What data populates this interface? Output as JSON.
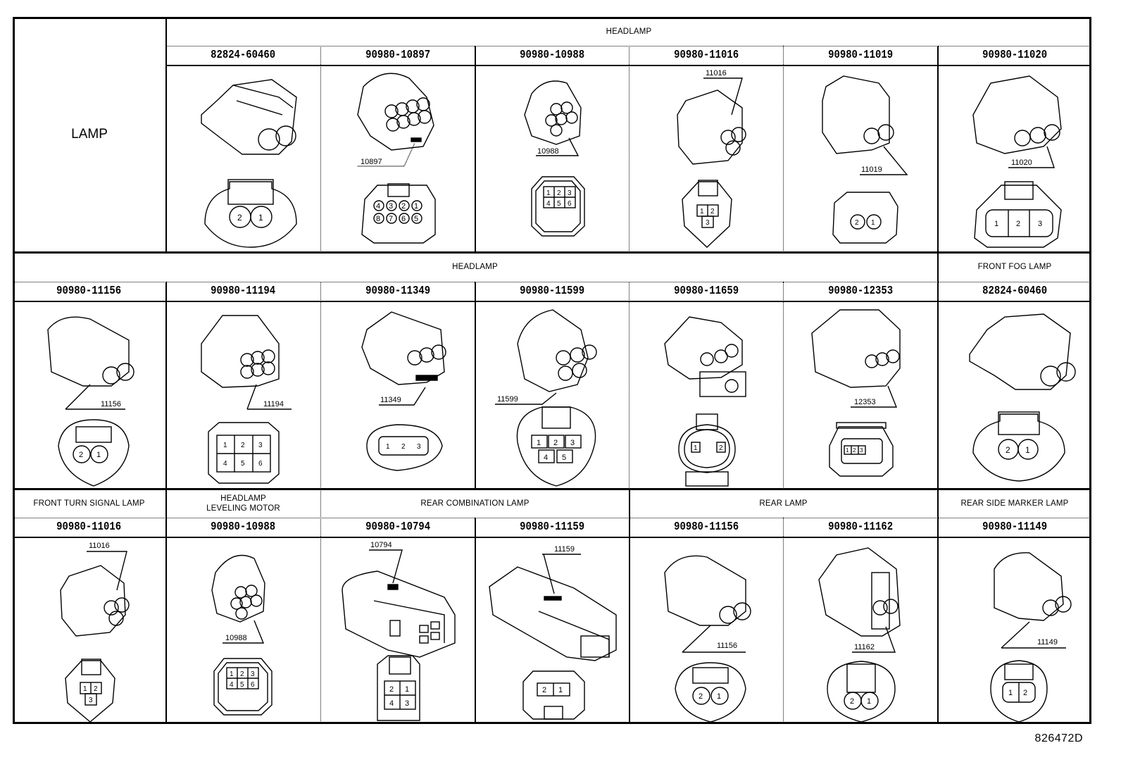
{
  "diagram": {
    "row_header_label": "LAMP",
    "figure_code": "826472D",
    "rows": [
      {
        "categories": [
          {
            "label": "HEADLAMP",
            "span": 6
          }
        ],
        "connectors": [
          {
            "part_number": "82824-60460",
            "callout": "",
            "pins": [
              "2",
              "1"
            ],
            "layout": "round-2"
          },
          {
            "part_number": "90980-10897",
            "callout": "10897",
            "pins": [
              "4",
              "3",
              "2",
              "1",
              "8",
              "7",
              "6",
              "5"
            ],
            "layout": "round-8"
          },
          {
            "part_number": "90980-10988",
            "callout": "10988",
            "pins": [
              "1",
              "2",
              "3",
              "4",
              "5",
              "6"
            ],
            "layout": "square-6"
          },
          {
            "part_number": "90980-11016",
            "callout": "11016",
            "pins": [
              "1",
              "2",
              "3"
            ],
            "layout": "tri-3"
          },
          {
            "part_number": "90980-11019",
            "callout": "11019",
            "pins": [
              "2",
              "1"
            ],
            "layout": "round-2"
          },
          {
            "part_number": "90980-11020",
            "callout": "11020",
            "pins": [
              "1",
              "2",
              "3"
            ],
            "layout": "row-3"
          }
        ]
      },
      {
        "categories": [
          {
            "label": "HEADLAMP",
            "span": 6
          },
          {
            "label": "FRONT FOG LAMP",
            "span": 1
          }
        ],
        "connectors": [
          {
            "part_number": "90980-11156",
            "callout": "11156",
            "pins": [
              "2",
              "1"
            ],
            "layout": "round-2"
          },
          {
            "part_number": "90980-11194",
            "callout": "11194",
            "pins": [
              "1",
              "2",
              "3",
              "4",
              "5",
              "6"
            ],
            "layout": "square-6"
          },
          {
            "part_number": "90980-11349",
            "callout": "11349",
            "pins": [
              "1",
              "2",
              "3"
            ],
            "layout": "row-3"
          },
          {
            "part_number": "90980-11599",
            "callout": "11599",
            "pins": [
              "1",
              "2",
              "3",
              "4",
              "5"
            ],
            "layout": "square-5"
          },
          {
            "part_number": "90980-11659",
            "callout": "",
            "pins": [
              "1",
              "2"
            ],
            "layout": "oval-2"
          },
          {
            "part_number": "90980-12353",
            "callout": "12353",
            "pins": [
              "1",
              "2",
              "3"
            ],
            "layout": "row-3"
          },
          {
            "part_number": "82824-60460",
            "callout": "",
            "pins": [
              "2",
              "1"
            ],
            "layout": "round-2"
          }
        ]
      },
      {
        "categories": [
          {
            "label": "FRONT TURN SIGNAL LAMP",
            "span": 1
          },
          {
            "label": "HEADLAMP\nLEVELING MOTOR",
            "line1": "HEADLAMP",
            "line2": "LEVELING MOTOR",
            "span": 1
          },
          {
            "label": "REAR COMBINATION LAMP",
            "span": 2
          },
          {
            "label": "REAR LAMP",
            "span": 2
          },
          {
            "label": "REAR SIDE MARKER LAMP",
            "span": 1
          }
        ],
        "connectors": [
          {
            "part_number": "90980-11016",
            "callout": "11016",
            "pins": [
              "1",
              "2",
              "3"
            ],
            "layout": "tri-3"
          },
          {
            "part_number": "90980-10988",
            "callout": "10988",
            "pins": [
              "1",
              "2",
              "3",
              "4",
              "5",
              "6"
            ],
            "layout": "square-6"
          },
          {
            "part_number": "90980-10794",
            "callout": "10794",
            "pins": [
              "2",
              "1",
              "4",
              "3"
            ],
            "layout": "square-4"
          },
          {
            "part_number": "90980-11159",
            "callout": "11159",
            "pins": [
              "2",
              "1"
            ],
            "layout": "square-2"
          },
          {
            "part_number": "90980-11156",
            "callout": "11156",
            "pins": [
              "2",
              "1"
            ],
            "layout": "round-2"
          },
          {
            "part_number": "90980-11162",
            "callout": "11162",
            "pins": [
              "2",
              "1"
            ],
            "layout": "round-2"
          },
          {
            "part_number": "90980-11149",
            "callout": "11149",
            "pins": [
              "1",
              "2"
            ],
            "layout": "oval-2"
          }
        ]
      }
    ]
  }
}
